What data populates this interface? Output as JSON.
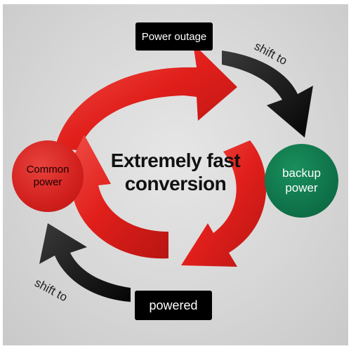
{
  "diagram": {
    "center_title": "Extremely fast conversion",
    "top_box": "Power outage",
    "bottom_box": "powered",
    "left_circle": "Common power",
    "right_circle": "backup power",
    "shift_top": "shift to",
    "shift_bottom": "shift to"
  },
  "colors": {
    "cycle_arrows": "#e0201c",
    "black_arrows": "#111111",
    "left_circle": "#d2201d",
    "right_circle": "#0f7349",
    "label_boxes": "#000000"
  }
}
